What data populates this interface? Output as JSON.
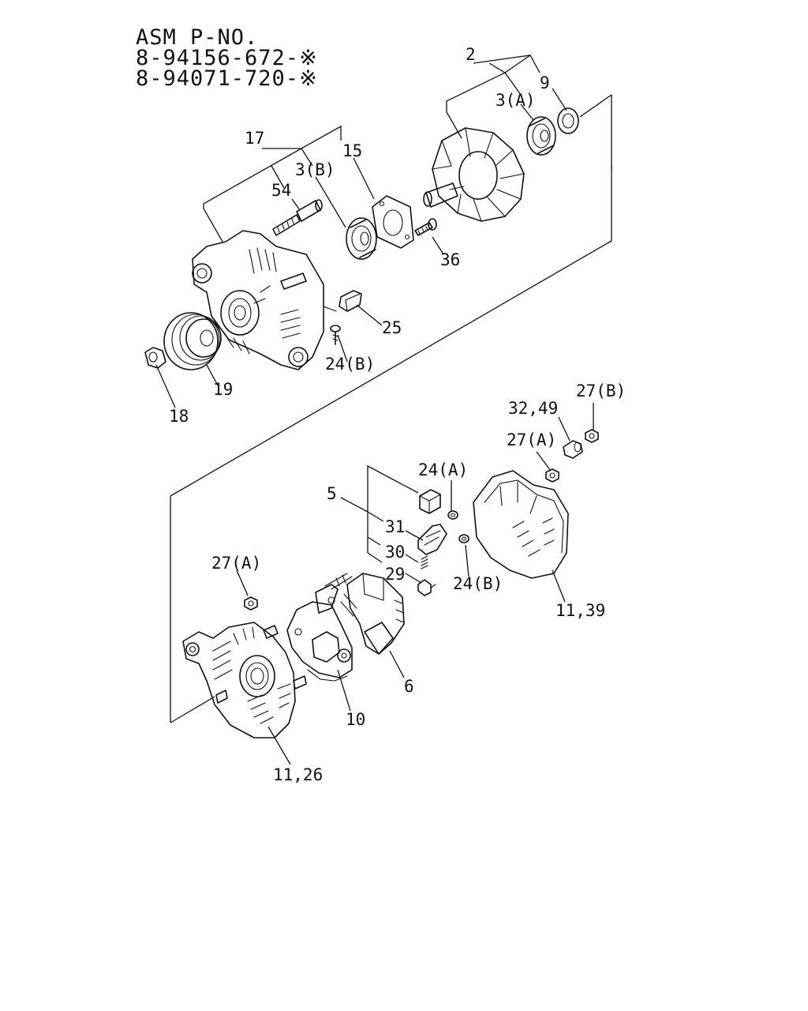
{
  "header": {
    "line1": "ASM P-NO.",
    "line2": "8-94156-672-※",
    "line3": "8-94071-720-※"
  },
  "callouts": {
    "c2": "2",
    "c9": "9",
    "c3a": "3(A)",
    "c17": "17",
    "c15": "15",
    "c3b": "3(B)",
    "c54": "54",
    "c36": "36",
    "c25": "25",
    "c24b_top": "24(B)",
    "c19": "19",
    "c18": "18",
    "c27b": "27(B)",
    "c3249": "32,49",
    "c27a_right": "27(A)",
    "c24a": "24(A)",
    "c5": "5",
    "c31": "31",
    "c30": "30",
    "c29": "29",
    "c24b_bottom": "24(B)",
    "c1139": "11,39",
    "c27a_left": "27(A)",
    "c6": "6",
    "c10": "10",
    "c1126": "11,26"
  }
}
